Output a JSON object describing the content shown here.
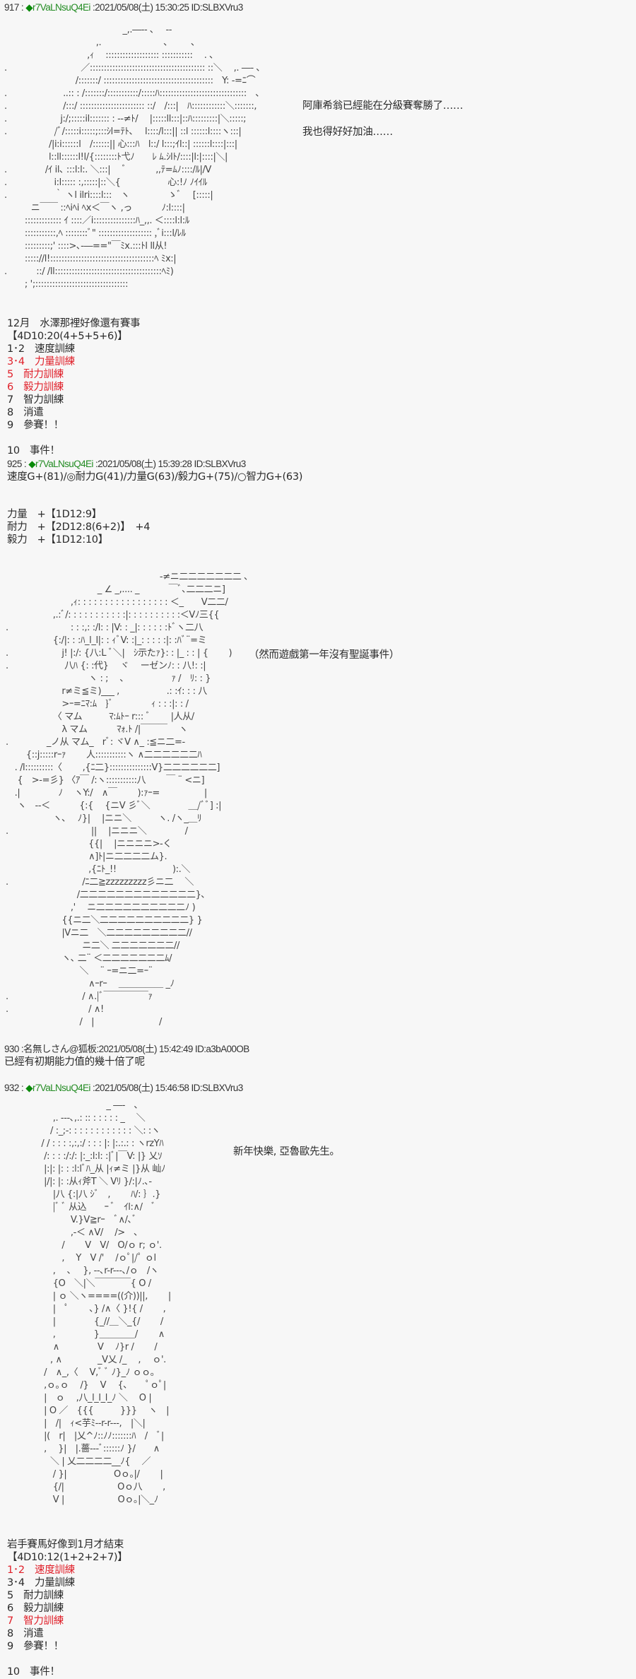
{
  "colors": {
    "background": "#f7f7f7",
    "trip": "#228b22",
    "highlight": "#e0202a"
  },
  "posts": [
    {
      "number": "917",
      "sep": " : ",
      "diamond": "◆",
      "trip": "r7VaLNsuQ4Ei",
      "meta": " :2021/05/08(土) 15:30:25 ID:SLBXVru3",
      "aa": "　　　　　　　　　　　　　 _,.―-‐ ､　 -‐\n　　　　　　　　　　 ,.　　　　　　　､　 　 ､\n　　　　　　　　　 ,ｨ　 ::::::::::::::::::: :::::::::::　 . ､\n.　　　　　　　　 ／::::::::::::::::::::::::::::::::::::::::: ::＼　 ,. ―‐ ､\n　　　　　　　　/:::::::/ :::::::::::::::::::::::::::::::::::::::　Y: -=ﾆ⌒\n.　　　　　　 ..:: : /:::::::/:::::::::::/:::::ﾊ:::::::::::::::::::::::::::::::　､\n.　　　　　　 /:::/ ::::::::::::::::::::::: ::/　/:::|　ﾊ::::::::::::＼:::::::,\n.　　　　　　j:/;:::::il::::::: : -‐≠ﾄ/　 |:::::ll:::|::ﾊ:::::::::|＼:::::;\n.　　　　　 /ﾞ/:::::i:::::;:::ｼl=ﾃﾄ､　 l::::/l:::|| ::l ::::::l::::ヽ:::|\n　　　　　/|i:i::::::l　/::::::|| 心:::ﾊ　l::/ l:::;ｲl::| ::::::l::::|:::|\n　　　　　l::ll::::::l!l/{::::::::ﾄ弋ﾉ　　ﾚ ﾑ.ｼlﾄ/::::|l:|::::|＼|\n.　　　　 /ｲ il､ :::l:l:. ＼:::|　 ﾞ　　　 ,,ﾃ=ﾑﾉ::::/ﾙ|/V\n.　　　　　 i:l::::: :,:::::|::＼{　　　　　 心:!ﾉ ﾉｲｲﾙ\n.　　　　　 ｀ ヽl ilri::::l:::　ヽ　　　　 ゝﾞ 　[:::::|\n　　　ニ￣￣ ::ﾍiﾍi ﾍx＜￣ヽ ,っ　　　 ﾉ:l::::|\n　　 ::::::::::::: ｲ ::::／i:::::::::::::::ﾊ_,,. ＜::::l:l:ﾙ\n　　 :::::::::::,ﾍ ::::::::ﾞ\" ::::::::::::::::::: ,ﾞi:::l/ﾚﾙ\n　　 :::::::::;' ::::>､-―==\"￣ﾐx.:::ﾄl ll从!\n　　 ::::://l!:::::::::::::::::::::::::::::::::::::ﾍ ﾐx:|\n.　　　 ::/ /ll::::::::::::::::::::::::::::::::::::::ﾍﾐ)\n　　 ; ';:::::::::::::::::::::::::::::::::",
      "side": [
        "阿庫希翁已經能在分級賽奪勝了……",
        "我也得好好加油……"
      ],
      "body": {
        "title": "12月　水澤那裡好像還有賽事",
        "roll": "【4D10:20(4+5+5+6)】",
        "options": [
          {
            "text": "1･2　速度訓練",
            "hit": false
          },
          {
            "text": "3･4　力量訓練",
            "hit": true
          },
          {
            "text": "5　耐力訓練",
            "hit": true
          },
          {
            "text": "6　毅力訓練",
            "hit": true
          },
          {
            "text": "7　智力訓練",
            "hit": false
          },
          {
            "text": "8　消遣",
            "hit": false
          },
          {
            "text": "9　參賽！！",
            "hit": false
          }
        ],
        "event": "10　事件！"
      }
    },
    {
      "number": "925",
      "sep": " : ",
      "diamond": "◆",
      "trip": "r7VaLNsuQ4Ei",
      "meta": " :2021/05/08(土) 15:39:28 ID:SLBXVru3",
      "stats": "速度G+(81)/◎耐力G(41)/力量G(63)/毅力G+(75)/○智力G+(63)",
      "rolls": [
        "力量　+【1D12:9】",
        "耐力　+【2D12:8(6+2)】　+4",
        "毅力　+【1D12:10】"
      ],
      "aa": "　　　　　　　　　　　　　　　　　 -≠ニ二二二二二二二 ､\n　　　　　　　　　　 _ ∠ _,.... _　　　 ￣ﾞ､二二二ニ]\n　　　　　　　 ,ｨ: : : : : : : : : : : : : : : : : ＜_　　V二二/\n　　　　　 ,.:ﾞ/: : : : : : : : : : :|: : : : : : : : : :＜Vﾉ三{{\n.　　　　　　　: : :,: :/l: : |V: : _|: : : : : :ﾄﾞヽ二八\n　　　　　 {:/|: : :ﾊ_l_l|: : ｨﾞV: :|_: : : : :|: :ﾊﾞ¨=ミ\n.　　　　　　j! |:/: {八:L ﾞ＼|　ｼ示たｧ}: : |_ : : | {　　 )\n.　　　　　　 八ﾊ {: :代}　 ヾ　 ーゼンﾉ: : 八!: :|\n　　　　　　　　　 ヽ : ;　 ､　　　　　 ｧ /　ﾘ: : }\n　　　　　　 r≠ミ≦ミ)___ ,　　　　　 .: :ｲ: : : 八\n　　　　　　 >ｰ=ﾆﾏ:ﾑ　}ﾞ　　　　 ｨ : : :|: : /\n　　　　　 〈 マム　　　ﾏ:ﾑﾄｰ r::: ﾞ　　 |人从/\n　　　　　　 λ マム　　　 ﾏｫ.ﾄ /|￣￣￣ 　ヽ\n.　　　　 _ノ从 マム_　rﾞ: ヾV ∧_ :≦ニ二=‐\n　　 {::j:::::rｰｧ　　 人:::::::::::ヽ ∧二二二二二二ﾊ\n　. /l::::::::::〈　　 ,{ﾆ二}:::::::::::::::V}二二二二二二]\n　 {　>-=彡} 〈ｱ￣ /:ヽ:::::::::::八　　 ￣ ¨ <ニ]\n　.|　　　　 ﾉ　 ヽY:/　∧￣　　 ):ｧｰ=　　　　　|\n　 ヽ　--＜　　　 {:{　 {ニV 彡ﾞ＼　　　　 ＿/ﾞﾞ] :|\n　　　　　 ヽ､　 ﾉ}|　 |ニニ＼　　　ヽ. /ヽ_＿ﾘ\n.　　　　　　　　　 ||　 |ニニニ＼　　　　 /\n　　　　　　　　　 {{|　 |ニニニニ>-く\n　　　　　　　　　 ∧]ﾄ|ニ二二二二ム}.\n　　　　　　　　　 ,{ﾆﾄ_!!　　　　　　 ):.＼\n.　　　　　　　　 /ﾆ二≧zzzzzzzzz彡ニ二　 ＼\n　　　　　　　　/二二二二二二二二二二二二二}､\n　　　　　　　 ,'　 ニ二二二二二二二二二二ﾉ )\n　　　　　　 {{ニ二＼二二二二二二二二二二} }\n　　　　　　 |Vニ二　＼二二二二二二二二二//\n　　　　　　　 　 ニ二＼ 二二二二二二二//\n　　　　　　 ヽ､ 二¨ ＜二二二二二二二ﾑ/\n　　　　　　　　 ＼　 ¨ ｰ=ニ二=ｰ¨\n　　　　　　　　　 ∧ｰrｰ　 ＿＿＿＿＿ _ﾉ\n.　　　　　　　　 / ∧.|ﾞ￣￣￣￣￣ｧ\n.　　　　　　　　　/ ∧!\n　　　　　　　　 /　|　　　　　　　 /",
      "side": "（然而遊戲第一年沒有聖誕事件）"
    },
    {
      "number": "930",
      "sep": " :",
      "name": "名無しさん@狐板",
      "meta": ":2021/05/08(土) 15:42:49 ID:a3bA00OB",
      "text": "已經有初期能力值的幾十倍了呢"
    },
    {
      "number": "932",
      "sep": " : ",
      "diamond": "◆",
      "trip": "r7VaLNsuQ4Ei",
      "meta": " :2021/05/08(土) 15:46:58 ID:SLBXVru3",
      "aa": "　　　　　　　　　　　 _ ―-　､\n　　　　　 ,. ---､,.: :: : : : : : _　 ＼\n　　　　　/ :_;-: : : : : : : : : : : : ＼: :ヽ\n　　　　/ / : : : :,:,:/ : : : |: |:.:.: : ヽrzYﾊ\n　　　　 /: : : :/:/: |:_:l:l: :|ﾞ|￣V: |} 乂ｿ\n　　　　 |:|: |: : :l:lﾞﾊ_从 |ｨ≠ミ |}从 屾ﾉ\n　　　　 |/|: |: :从ｨ斧T ＼ Vﾘ }/:|ﾉ.､-\n　　　　　 |八 {:|八 ｼﾞ　,　　 ﾊ/: ｝.}\n　　　　　 |ﾞ ﾞ 从込　　ｰ ﾞ　ｲl:∧/　ﾞ\n　　　　　　　 V.}V≧rｰ　ﾞ∧/､ﾞ\n　　　　　　　 ,-＜ ∧V/　 />　､\n　　　　　　 /　　 V　V/　O/ｏ r; ｏ'.\n　　　　　　 ,　 Y　V /'　 /ｏﾟ|/ﾟ ｏl\n　　　　　 ,　 ､　 }, --､r-r---､/ｏ　/ヽ\n　　　　　 {O　＼|＼￣￣￣￣{ O /\n　　　　　 | ｏ ＼ヽ====((介))||,　　 |\n　　　　　 |　ﾟ　　 ､} /∧〈 }!{ /　　 ,\n　　　　　 |　　　　 {_//＿＼_{/　　 /\n　　　　　 ,　　　　 }＿＿＿＿/　　 ∧\n　　　　　 ∧　　　　 V　 ﾉ}r /　　 /\n　　　　　, ∧　　　　_V乂 /_　 ,　 ｏ'.\n　　　　 /　∧_,〈　 V,ﾞ ﾞ ﾉ}_ﾉ ｏｏ｡\n　　　　 ,ｏ｡ｏ　 /}　 V　 {､　　ﾟｏﾟ|\n　　　　 |　ｏ　 ,八_l_l_l_ﾉ ＼　 O |\n　　　　 | O ／　{{{　　　}}}　 ヽ　|\n　　　　 |　/|　ｨ<芋ﾐ--r-r---,　|＼|\n　　　　 |(　r|　|乂^ﾉ::ﾉﾉ:::::::ﾊ　/　ﾞ|\n　　　　 ,　 }|　|.薔---ﾞ::::::ﾉ }/　　∧\n　　　　　＼ | 乂二二二二__ﾉ{　 ／\n　　　　　 / }|　　　　　 Oｏ｡|/　　 |\n　　　　　 {/|　　　　　　Oｏ八　　 ,\n　　　　　 V |　　　　　　Oｏ｡|＼_ﾉ",
      "side": "新年快樂, 亞魯歐先生。",
      "body": {
        "title": "岩手賽馬好像到1月才結束",
        "roll": "【4D10:12(1+2+2+7)】",
        "options": [
          {
            "text": "1･2　速度訓練",
            "hit": true
          },
          {
            "text": "3･4　力量訓練",
            "hit": false
          },
          {
            "text": "5　耐力訓練",
            "hit": false
          },
          {
            "text": "6　毅力訓練",
            "hit": false
          },
          {
            "text": "7　智力訓練",
            "hit": true
          },
          {
            "text": "8　消遣",
            "hit": false
          },
          {
            "text": "9　參賽！！",
            "hit": false
          }
        ],
        "event": "10　事件！"
      }
    }
  ]
}
